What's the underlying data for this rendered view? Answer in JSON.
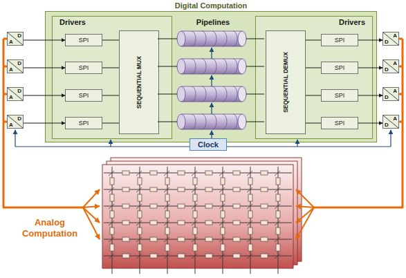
{
  "diagram": {
    "nodes": [
      {
        "text": [
          "Digital Computation"
        ]
      },
      {
        "text": [
          "Drivers"
        ],
        "in": 0
      },
      {
        "text": [
          "SPI"
        ],
        "in": 1
      },
      {
        "text": [
          "SPI"
        ],
        "in": 1
      },
      {
        "text": [
          "SPI"
        ],
        "in": 1
      },
      {
        "text": [
          "SPI"
        ],
        "in": 1
      },
      {
        "text": [
          "SEQUENTIAL MUX"
        ],
        "in": 1
      },
      {
        "text": [
          "Drivers"
        ],
        "in": 0
      },
      {
        "text": [
          "SEQUENTIAL DEMUX"
        ],
        "in": 7
      },
      {
        "text": [
          "SPI"
        ],
        "in": 7
      },
      {
        "text": [
          "SPI"
        ],
        "in": 7
      },
      {
        "text": [
          "SPI"
        ],
        "in": 7
      },
      {
        "text": [
          "SPI"
        ],
        "in": 7
      },
      {
        "text": [
          "Clock"
        ]
      },
      {
        "text": [
          "D",
          "A"
        ]
      },
      {
        "text": [
          "D",
          "A"
        ]
      },
      {
        "text": [
          "D",
          "A"
        ]
      },
      {
        "text": [
          "D",
          "A"
        ]
      },
      {
        "text": [
          "A",
          "D"
        ]
      },
      {
        "text": [
          "A",
          "D"
        ]
      },
      {
        "text": [
          "A",
          "D"
        ]
      },
      {
        "text": [
          "A",
          "D"
        ]
      }
    ],
    "edges": [
      {
        "from": 14,
        "to": 2,
        "arrow": "to"
      },
      {
        "from": 15,
        "to": 3,
        "arrow": "to"
      },
      {
        "from": 16,
        "to": 4,
        "arrow": "to"
      },
      {
        "from": 17,
        "to": 5,
        "arrow": "to"
      },
      {
        "from": 2,
        "to": 6,
        "arrow": "none"
      },
      {
        "from": 3,
        "to": 6,
        "arrow": "none"
      },
      {
        "from": 4,
        "to": 6,
        "arrow": "none"
      },
      {
        "from": 5,
        "to": 6,
        "arrow": "none"
      },
      {
        "from": 8,
        "to": 9,
        "arrow": "none"
      },
      {
        "from": 8,
        "to": 10,
        "arrow": "none"
      },
      {
        "from": 8,
        "to": 11,
        "arrow": "none"
      },
      {
        "from": 8,
        "to": 12,
        "arrow": "none"
      },
      {
        "from": 9,
        "to": 18,
        "arrow": "to"
      },
      {
        "from": 10,
        "to": 19,
        "arrow": "to"
      },
      {
        "from": 11,
        "to": 20,
        "arrow": "to"
      },
      {
        "from": 12,
        "to": 21,
        "arrow": "to"
      }
    ],
    "labels": [
      "Pipelines",
      "Analog Computation"
    ]
  }
}
